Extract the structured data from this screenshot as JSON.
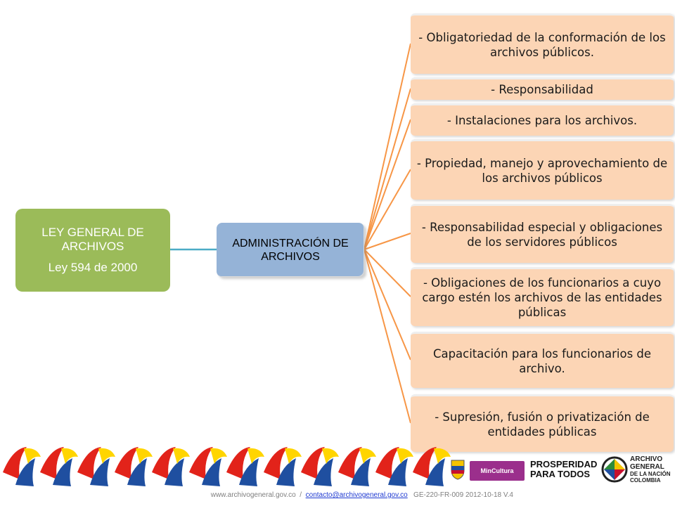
{
  "diagram": {
    "root": {
      "line1": "LEY GENERAL DE ARCHIVOS",
      "line2": "Ley 594 de 2000"
    },
    "middle": {
      "label": "ADMINISTRACIÓN DE ARCHIVOS"
    },
    "leaves": [
      "- Obligatoriedad de la conformación de los archivos públicos.",
      "- Responsabilidad",
      "- Instalaciones para los archivos.",
      "- Propiedad, manejo y aprovechamiento de los archivos públicos",
      "- Responsabilidad especial y obligaciones de los servidores públicos",
      "- Obligaciones de los funcionarios a cuyo cargo estén los archivos de las entidades públicas",
      "Capacitación para los funcionarios de archivo.",
      "- Supresión, fusión o privatización de entidades públicas"
    ],
    "colors": {
      "root": "#9bbb59",
      "middle": "#95b3d7",
      "leaf": "#fcd5b5",
      "connector_root": "#4bacc6",
      "connector_leaves": "#f79646"
    }
  },
  "footer": {
    "site": "www.archivogeneral.gov.co",
    "separator": "/",
    "email": "contacto@archivogeneral.gov.co",
    "code": "GE-220-FR-009  2012-10-18  V.4",
    "logos": {
      "mincultura": "MinCultura",
      "prosperidad_line1": "PROSPERIDAD",
      "prosperidad_line2": "PARA TODOS",
      "agn_line1": "ARCHIVO",
      "agn_line2": "GENERAL",
      "agn_line3": "DE LA NACIÓN",
      "agn_line4": "COLOMBIA"
    }
  }
}
